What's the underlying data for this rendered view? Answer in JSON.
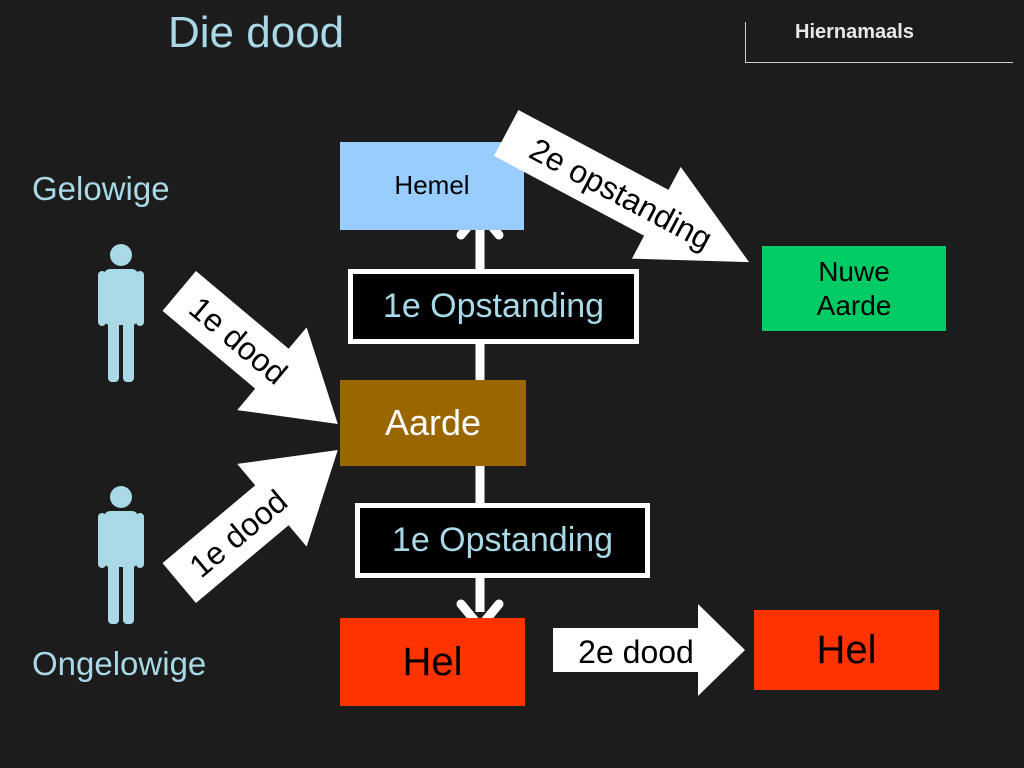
{
  "slide": {
    "title": "Die dood",
    "section": "Hiernamaals"
  },
  "labels": {
    "believer": "Gelowige",
    "unbeliever": "Ongelowige"
  },
  "boxes": {
    "heaven": "Hemel",
    "earth": "Aarde",
    "hell": "Hel",
    "new_earth_line1": "Nuwe",
    "new_earth_line2": "Aarde",
    "final_hell": "Hel",
    "first_resurrection_upper": "1e Opstanding",
    "first_resurrection_lower": "1e Opstanding"
  },
  "arrows": {
    "second_resurrection": "2e opstanding",
    "first_death_believer": "1e dood",
    "first_death_unbeliever": "1e dood",
    "second_death": "2e dood"
  },
  "icons": {
    "believer": "person-icon",
    "unbeliever": "person-icon"
  },
  "colors": {
    "background": "#1c1c1c",
    "title_text": "#a9d8e6",
    "heaven": "#99ccff",
    "earth": "#996600",
    "hell": "#ff3300",
    "new_earth": "#00cc66",
    "person": "#a9d8e6"
  }
}
